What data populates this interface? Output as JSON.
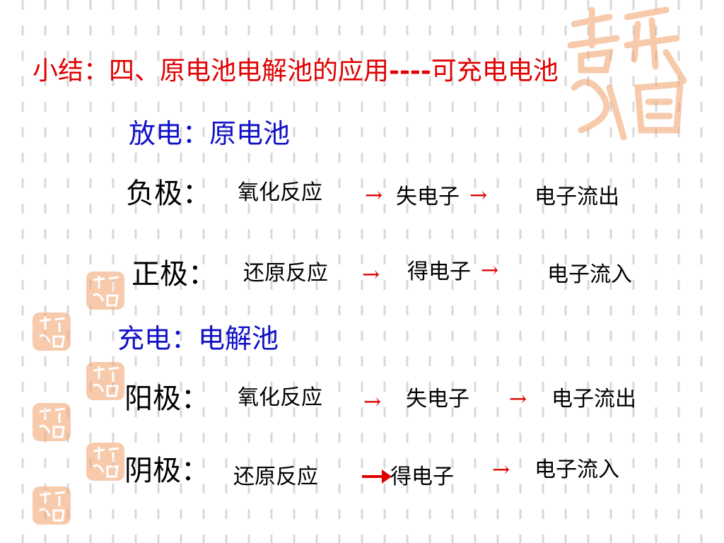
{
  "title": {
    "main": "小结：四、原电池电解池的应用",
    "dashes": "----",
    "tail": "可充电电池"
  },
  "discharge": {
    "heading": "放电：原电池",
    "rows": [
      {
        "pole": "负极：",
        "reaction": "氧化反应",
        "arrow1": "→",
        "electron": "失电子",
        "arrow2": "→",
        "flow": "电子流出"
      },
      {
        "pole": "正极：",
        "reaction": "还原反应",
        "arrow1": "→",
        "electron": "得电子",
        "arrow2": "→",
        "flow": "电子流入"
      }
    ]
  },
  "charge": {
    "heading": "充电：电解池",
    "rows": [
      {
        "pole": "阳极：",
        "reaction": "氧化反应",
        "arrow1": "→",
        "electron": "失电子",
        "arrow2": "→",
        "flow": "电子流出"
      },
      {
        "pole": "阴极：",
        "reaction": "还原反应",
        "electron": "得电子",
        "arrow2": "→",
        "flow": "电子流入"
      }
    ]
  },
  "colors": {
    "accent_red": "#e00000",
    "heading_blue": "#1010c8",
    "stamp_orange": "#f2a06a",
    "dash_gray": "#d8d8d8"
  },
  "decorations": {
    "stamp_icon": "seal-stamp-icon"
  }
}
